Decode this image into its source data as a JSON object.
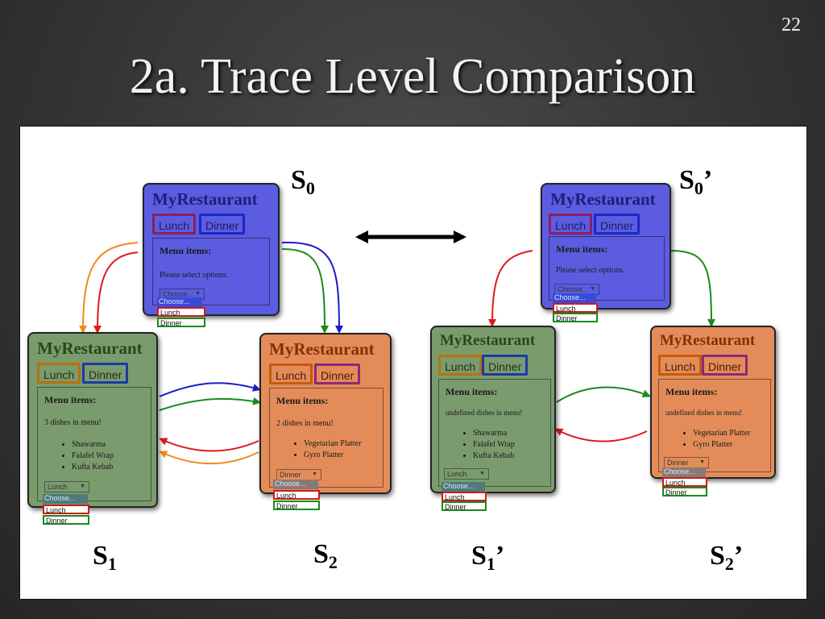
{
  "slide": {
    "number": "22",
    "title": "2a. Trace Level Comparison"
  },
  "colors": {
    "state_blue": "#5c5ce0",
    "state_green": "#7a9b6e",
    "state_orange": "#e38c5a",
    "lunch_border": "#cc1a1a",
    "dinner_border": "#1a8a1a",
    "arrow_orange": "#f08a1a",
    "arrow_red": "#dd1a1a",
    "arrow_blue": "#1a1acc",
    "arrow_green": "#1a8a1a"
  },
  "app": {
    "brand": "MyRestaurant",
    "lunch_label": "Lunch",
    "dinner_label": "Dinner",
    "menu_title": "Menu items:",
    "option_choose": "Choose...",
    "option_lunch": "Lunch",
    "option_dinner": "Dinner"
  },
  "states": {
    "s0": {
      "label": "S",
      "sub": "0",
      "prime": "",
      "status": "Please select options.",
      "selected": "Choose...",
      "dishes": []
    },
    "s1": {
      "label": "S",
      "sub": "1",
      "prime": "",
      "status": "3 dishes in menu!",
      "selected": "Lunch",
      "dishes": [
        "Shawarma",
        "Falafel Wrap",
        "Kufta Kebab"
      ]
    },
    "s2": {
      "label": "S",
      "sub": "2",
      "prime": "",
      "status": "2 dishes in menu!",
      "selected": "Dinner",
      "dishes": [
        "Vegetarian Platter",
        "Gyro Platter"
      ]
    },
    "s0p": {
      "label": "S",
      "sub": "0",
      "prime": "’",
      "status": "Please select options.",
      "selected": "Choose...",
      "dishes": []
    },
    "s1p": {
      "label": "S",
      "sub": "1",
      "prime": "’",
      "status": "undefined dishes in menu!",
      "selected": "Lunch",
      "dishes": [
        "Shawarma",
        "Falafel Wrap",
        "Kufta Kebab"
      ]
    },
    "s2p": {
      "label": "S",
      "sub": "2",
      "prime": "’",
      "status": "undefined dishes in menu!",
      "selected": "Dinner",
      "dishes": [
        "Vegetarian Platter",
        "Gyro Platter"
      ]
    }
  }
}
